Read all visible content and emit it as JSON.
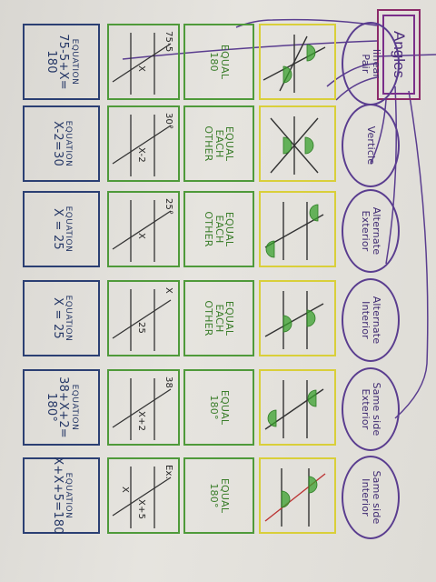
{
  "title": "Angles",
  "categories": [
    {
      "name": "Same side\nInterior",
      "relationship": "EQUAL\n180°",
      "diagram_labels": [
        "Ex.",
        "X+5",
        "X"
      ],
      "equation_word": "EQUATION",
      "equation": "X+X+5=180"
    },
    {
      "name": "Same side\nExterior",
      "relationship": "EQUAL\n180°",
      "diagram_labels": [
        "38",
        "X+2"
      ],
      "equation_word": "EQUATION",
      "equation": "38+X+2=\n180°"
    },
    {
      "name": "Alternate\nInterior",
      "relationship": "EQUAL\nEACH\nOTHER",
      "diagram_labels": [
        "X",
        "25"
      ],
      "equation_word": "EQUATION",
      "equation": "X = 25"
    },
    {
      "name": "Alternate\nExterior",
      "relationship": "EQUAL\nEACH\nOTHER",
      "diagram_labels": [
        "25°",
        "X"
      ],
      "equation_word": "EQUATION",
      "equation": "X = 25"
    },
    {
      "name": "Verticle",
      "relationship": "EQUAL\nEACH\nOTHER",
      "diagram_labels": [
        "30°",
        "X-2"
      ],
      "equation_word": "EQUATION",
      "equation": "X-2=30"
    },
    {
      "name": "linear\nPair",
      "relationship": "EQUAL\n180",
      "diagram_labels": [
        "75-5",
        "X"
      ],
      "equation_word": "EQUATION",
      "equation": "75-5+X=\n180"
    }
  ],
  "colors": {
    "title_border": "#8b2a6a",
    "oval": "#5a3d8f",
    "yellow_box": "#d9cf3a",
    "green_box": "#4f9a3a",
    "navy_box": "#2b3f73",
    "shading": "#3aa02e"
  }
}
